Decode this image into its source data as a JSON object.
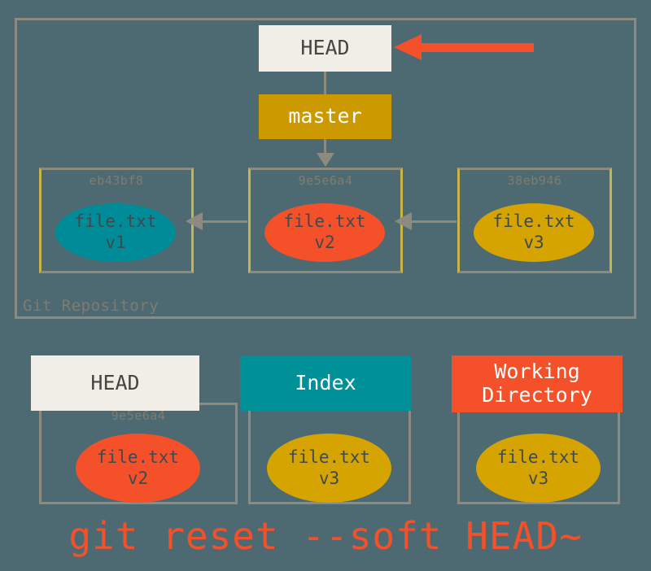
{
  "background_color": "#4d6a72",
  "palette": {
    "teal": "#008b99",
    "red": "#f4502a",
    "gold": "#d6a400",
    "branch_gold": "#cc9900",
    "index_teal": "#009097",
    "head_cream": "#f0eee7",
    "line_gray": "#8d8b80",
    "text_dark": "#46453f"
  },
  "repository": {
    "label": "Git Repository",
    "head_pointer": {
      "label": "HEAD"
    },
    "branch": {
      "label": "master"
    },
    "commits": [
      {
        "hash": "eb43bf8",
        "blob_color": "teal",
        "file": "file.txt",
        "version": "v1"
      },
      {
        "hash": "9e5e6a4",
        "blob_color": "red",
        "file": "file.txt",
        "version": "v2"
      },
      {
        "hash": "38eb946",
        "blob_color": "gold",
        "file": "file.txt",
        "version": "v3"
      }
    ]
  },
  "areas": [
    {
      "title": "HEAD",
      "title_style": "head",
      "hash": "9e5e6a4",
      "blob_color": "red",
      "file": "file.txt",
      "version": "v2"
    },
    {
      "title": "Index",
      "title_style": "index",
      "hash": "",
      "blob_color": "gold",
      "file": "file.txt",
      "version": "v3"
    },
    {
      "title": "Working\nDirectory",
      "title_style": "workdir",
      "hash": "",
      "blob_color": "gold",
      "file": "file.txt",
      "version": "v3"
    }
  ],
  "caption": "git reset --soft HEAD~"
}
